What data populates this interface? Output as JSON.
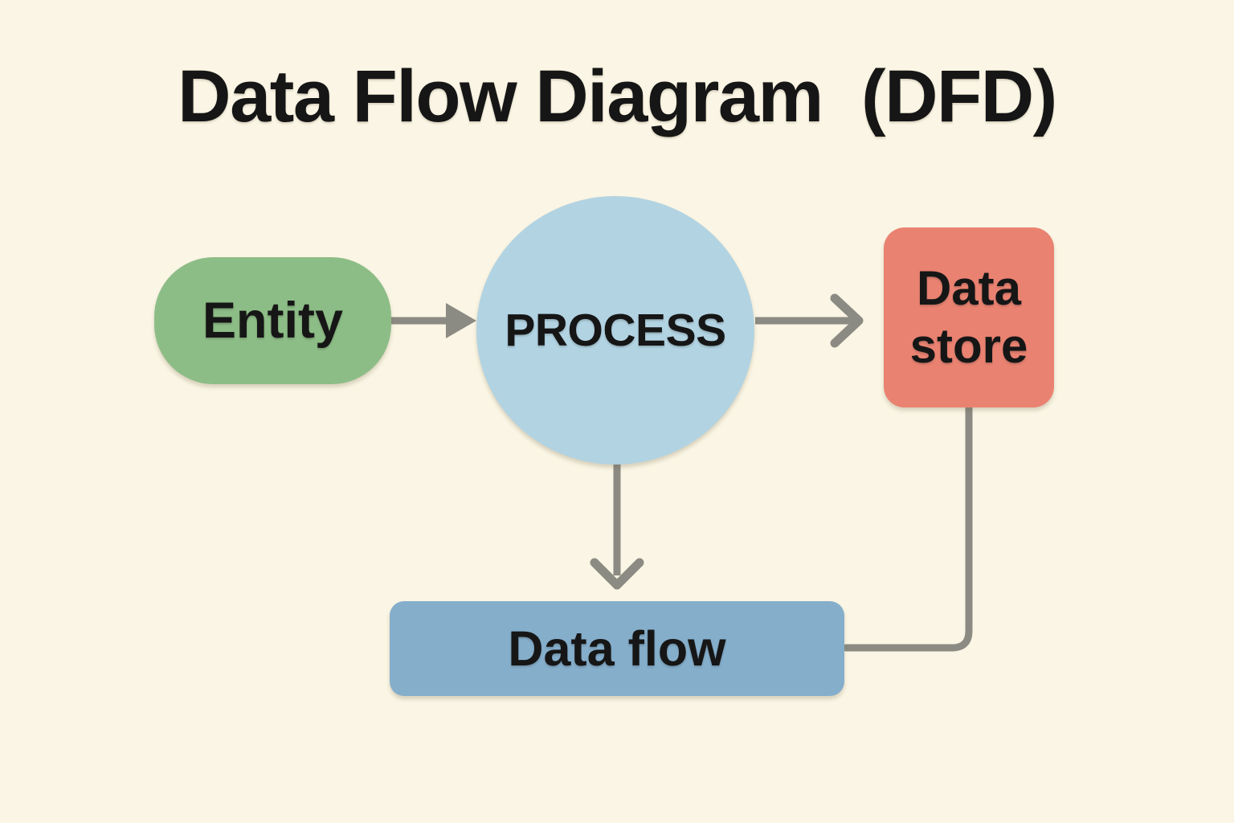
{
  "title": "Data Flow Diagram  (DFD)",
  "colors": {
    "background": "#faf5e4",
    "text": "#161616",
    "connector": "#8c8b83",
    "entity_fill": "#8dbd86",
    "process_fill": "#b2d3e2",
    "data_store_fill": "#ea8271",
    "data_flow_fill": "#85aecb"
  },
  "diagram": {
    "type": "data-flow-diagram",
    "nodes": [
      {
        "id": "entity",
        "label": "Entity",
        "shape": "pill"
      },
      {
        "id": "process",
        "label": "PROCESS",
        "shape": "circle"
      },
      {
        "id": "data_store",
        "label": "Data store",
        "shape": "rounded-square"
      },
      {
        "id": "data_flow",
        "label": "Data flow",
        "shape": "rounded-rect"
      }
    ],
    "edges": [
      {
        "from": "entity",
        "to": "process",
        "style": "arrow-solid-triangle-head"
      },
      {
        "from": "process",
        "to": "data_store",
        "style": "arrow-open-chevron-head"
      },
      {
        "from": "process",
        "to": "data_flow",
        "style": "arrow-open-chevron-head"
      },
      {
        "from": "data_store",
        "to": "data_flow",
        "style": "elbow-line-no-head"
      }
    ]
  }
}
